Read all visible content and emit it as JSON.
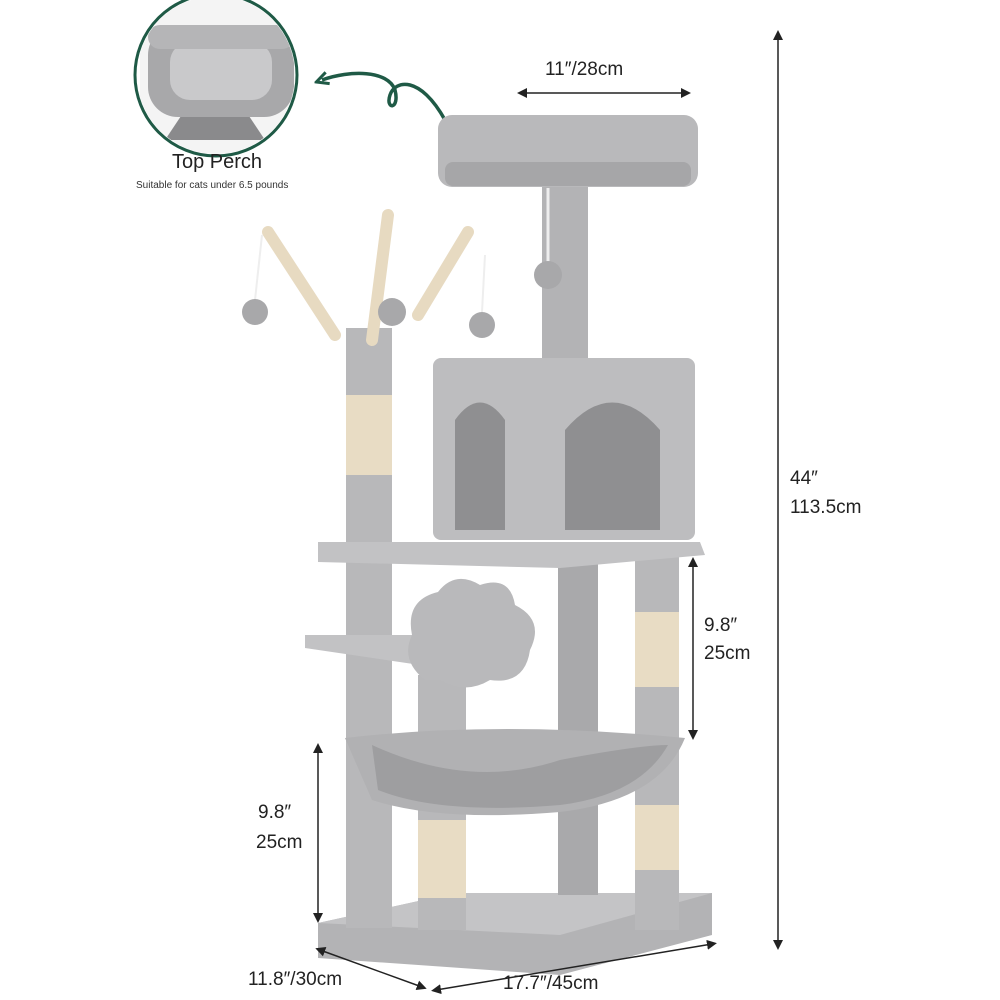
{
  "callout": {
    "title": "Top Perch",
    "subtitle": "Suitable for cats under 6.5 pounds"
  },
  "dimensions": {
    "top_width": "11″/28cm",
    "height_in": "44″",
    "height_cm": "113.5cm",
    "upper_gap_in": "9.8″",
    "upper_gap_cm": "25cm",
    "lower_gap_in": "9.8″",
    "lower_gap_cm": "25cm",
    "base_depth": "11.8″/30cm",
    "base_width": "17.7″/45cm"
  },
  "colors": {
    "plush": "#b9b9bb",
    "plush_dark": "#9a9a9c",
    "sisal": "#e8dcc4",
    "arrow": "#1f5a46",
    "dim_line": "#222222"
  }
}
